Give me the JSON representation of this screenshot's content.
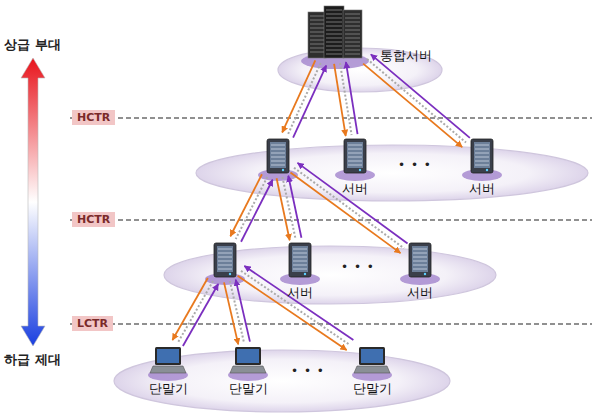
{
  "diagram": {
    "nodes": [
      {
        "text": [
          "통합서버"
        ]
      },
      {
        "text": [],
        "in": null
      },
      {
        "text": [
          "서버"
        ]
      },
      {
        "text": [
          "서버"
        ]
      },
      {
        "text": []
      },
      {
        "text": [
          "서버"
        ]
      },
      {
        "text": [
          "서버"
        ]
      },
      {
        "text": [
          "단말기"
        ]
      },
      {
        "text": [
          "단말기"
        ]
      },
      {
        "text": [
          "단말기"
        ]
      }
    ],
    "edges": [
      {
        "from": 1,
        "to": 0,
        "arrow": "to"
      },
      {
        "from": 0,
        "to": 1,
        "arrow": "to"
      },
      {
        "from": 0,
        "to": 1,
        "arrow": "none"
      },
      {
        "from": 2,
        "to": 0,
        "arrow": "to"
      },
      {
        "from": 0,
        "to": 2,
        "arrow": "to"
      },
      {
        "from": 0,
        "to": 2,
        "arrow": "none"
      },
      {
        "from": 3,
        "to": 0,
        "arrow": "to"
      },
      {
        "from": 0,
        "to": 3,
        "arrow": "to"
      },
      {
        "from": 0,
        "to": 3,
        "arrow": "none"
      },
      {
        "from": 4,
        "to": 1,
        "arrow": "to"
      },
      {
        "from": 1,
        "to": 4,
        "arrow": "to"
      },
      {
        "from": 1,
        "to": 4,
        "arrow": "none"
      },
      {
        "from": 5,
        "to": 1,
        "arrow": "to"
      },
      {
        "from": 1,
        "to": 5,
        "arrow": "to"
      },
      {
        "from": 1,
        "to": 5,
        "arrow": "none"
      },
      {
        "from": 6,
        "to": 1,
        "arrow": "to"
      },
      {
        "from": 1,
        "to": 6,
        "arrow": "to"
      },
      {
        "from": 1,
        "to": 6,
        "arrow": "none"
      },
      {
        "from": 7,
        "to": 4,
        "arrow": "to"
      },
      {
        "from": 4,
        "to": 7,
        "arrow": "to"
      },
      {
        "from": 4,
        "to": 7,
        "arrow": "none"
      },
      {
        "from": 8,
        "to": 4,
        "arrow": "to"
      },
      {
        "from": 4,
        "to": 8,
        "arrow": "to"
      },
      {
        "from": 4,
        "to": 8,
        "arrow": "none"
      },
      {
        "from": 9,
        "to": 4,
        "arrow": "to"
      },
      {
        "from": 4,
        "to": 9,
        "arrow": "to"
      },
      {
        "from": 4,
        "to": 9,
        "arrow": "none"
      }
    ],
    "labels": [
      "상급 부대",
      "하급 제대",
      "HCTR",
      "HCTR",
      "LCTR",
      "• • •",
      "• • •",
      "• • •"
    ]
  }
}
